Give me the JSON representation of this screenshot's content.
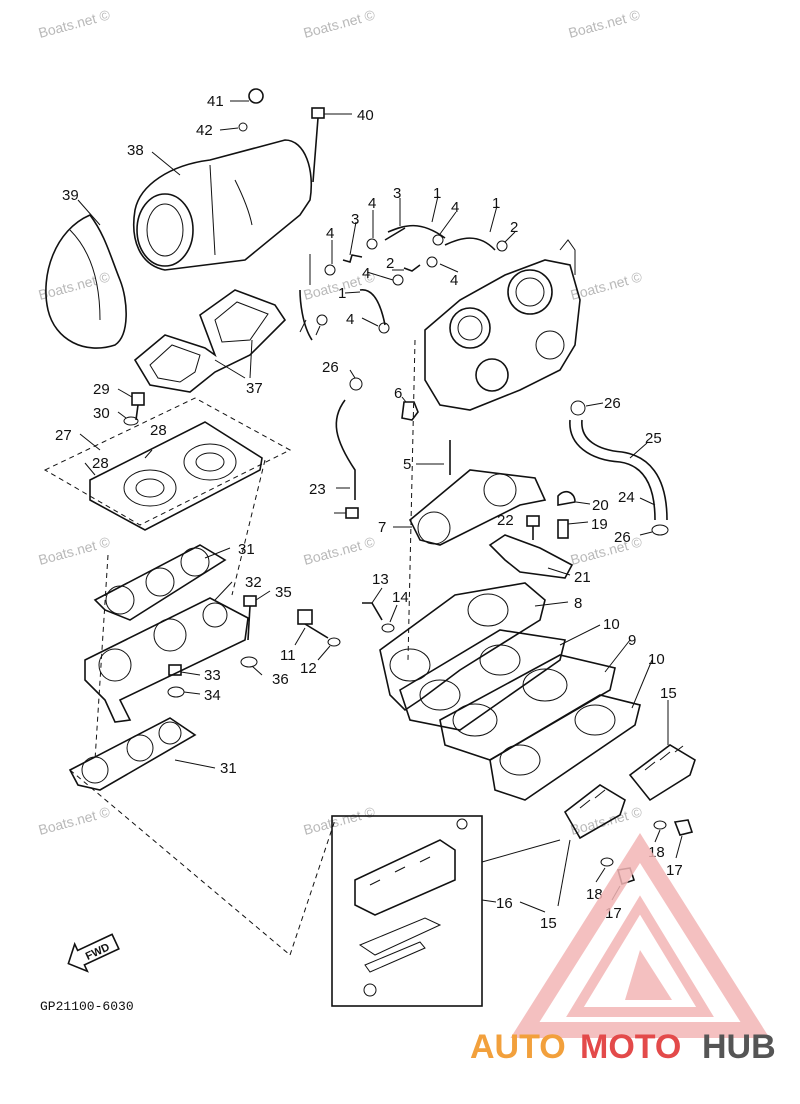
{
  "watermarks": [
    "Boats.net ©",
    "Boats.net ©",
    "Boats.net ©",
    "Boats.net ©",
    "Boats.net ©",
    "Boats.net ©",
    "Boats.net ©",
    "Boats.net ©",
    "Boats.net ©",
    "Boats.net ©",
    "Boats.net ©",
    "Boats.net ©"
  ],
  "part_code": "GP21100-6030",
  "fwd_label": "FWD",
  "brand": {
    "part1": "AUTO",
    "part2": "MOTO",
    "part3": "HUB"
  },
  "colors": {
    "brand_orange": "#f2a03c",
    "brand_red": "#e34a4a",
    "brand_gray": "#555555",
    "line": "#111111",
    "watermark": "#b9b9b9"
  },
  "callouts": [
    "41",
    "42",
    "40",
    "38",
    "39",
    "37",
    "29",
    "30",
    "28",
    "27",
    "28",
    "31",
    "32",
    "35",
    "33",
    "34",
    "31",
    "36",
    "11",
    "12",
    "13",
    "14",
    "8",
    "10",
    "9",
    "10",
    "15",
    "15",
    "16",
    "17",
    "18",
    "17",
    "18",
    "7",
    "5",
    "6",
    "4",
    "3",
    "1",
    "4",
    "2",
    "3",
    "1",
    "4",
    "4",
    "4",
    "2",
    "1",
    "4",
    "26",
    "26",
    "25",
    "24",
    "26",
    "23",
    "20",
    "22",
    "19",
    "21"
  ]
}
